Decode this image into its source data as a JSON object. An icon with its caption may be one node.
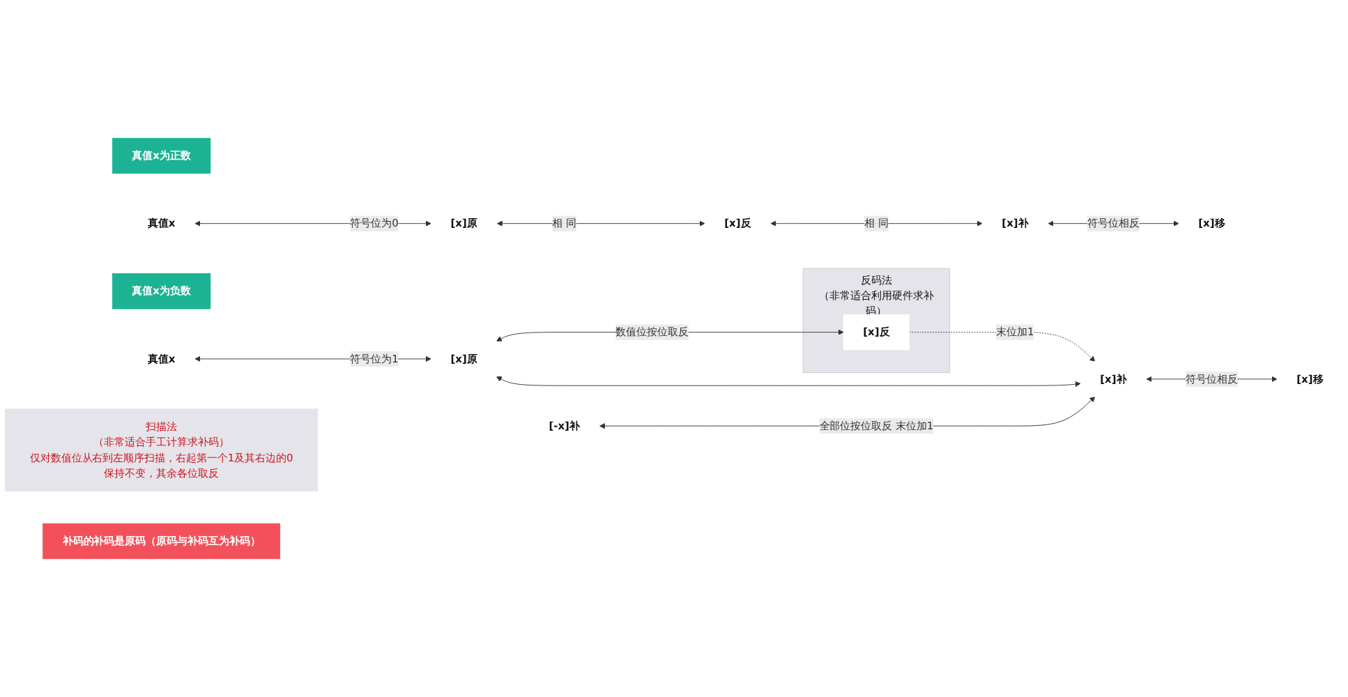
{
  "diagram": {
    "nodes": [
      {
        "text": [
          "真值x为正数"
        ]
      },
      {
        "text": [
          "真值x"
        ]
      },
      {
        "text": [
          "[x]原"
        ]
      },
      {
        "text": [
          "[x]反"
        ]
      },
      {
        "text": [
          "[x]补"
        ]
      },
      {
        "text": [
          "[x]移"
        ]
      },
      {
        "text": [
          "真值x为负数"
        ]
      },
      {
        "text": [
          "真值x"
        ]
      },
      {
        "text": [
          "[x]原"
        ]
      },
      {
        "text": [
          "[x]反"
        ],
        "in": 14
      },
      {
        "text": [
          "[x]补"
        ]
      },
      {
        "text": [
          "[x]移"
        ]
      },
      {
        "text": [
          "[-x]补"
        ]
      },
      {
        "text": [
          "扫描法",
          "（非常适合手工计算求补码）",
          "仅对数值位从右到左顺序扫描，右起第一个1及其右边的0保持不变，其余各位取反"
        ]
      },
      {
        "text": [
          "反码法",
          "（非常适合利用硬件求补码）"
        ]
      },
      {
        "text": [
          "补码的补码是原码（原码与补码互为补码）"
        ]
      }
    ],
    "edges": [
      {
        "from": 1,
        "to": 2,
        "arrow": "both",
        "label": "符号位为0"
      },
      {
        "from": 2,
        "to": 3,
        "arrow": "both",
        "label": "相 同"
      },
      {
        "from": 3,
        "to": 4,
        "arrow": "both",
        "label": "相 同"
      },
      {
        "from": 4,
        "to": 5,
        "arrow": "both",
        "label": "符号位相反"
      },
      {
        "from": 7,
        "to": 8,
        "arrow": "both",
        "label": "符号位为1"
      },
      {
        "from": 8,
        "to": 9,
        "arrow": "both",
        "label": "数值位按位取反"
      },
      {
        "from": 9,
        "to": 10,
        "arrow": "to",
        "label": "末位加1",
        "style": "dashed"
      },
      {
        "from": 8,
        "to": 10,
        "arrow": "both"
      },
      {
        "from": 10,
        "to": 11,
        "arrow": "both",
        "label": "符号位相反"
      },
      {
        "from": 12,
        "to": 10,
        "arrow": "both",
        "label": "全部位按位取反 末位加1"
      }
    ]
  }
}
